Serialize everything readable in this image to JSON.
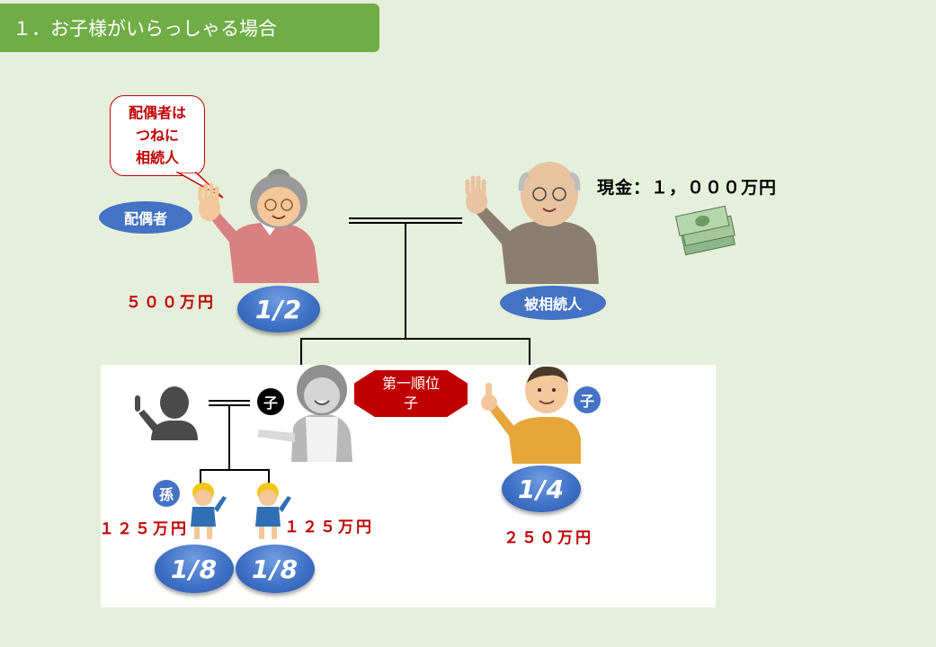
{
  "header": {
    "title": "１．お子様がいらっしゃる場合"
  },
  "callout": {
    "line1": "配偶者は",
    "line2": "つねに",
    "line3": "相続人"
  },
  "labels": {
    "spouse": "配偶者",
    "decedent": "被相続人",
    "first_order_line1": "第一順位",
    "first_order_line2": "子",
    "child_mark_1": "子",
    "child_mark_2": "子",
    "grandchild_mark": "孫"
  },
  "estate": {
    "cash_text": "現金：１，０００万円"
  },
  "shares": {
    "spouse": "1/2",
    "child": "1/4",
    "grandchild_1": "1/8",
    "grandchild_2": "1/8"
  },
  "amounts": {
    "spouse": "５００万円",
    "child": "２５０万円",
    "grandchild_1": "１２５万円",
    "grandchild_2": "１２５万円"
  },
  "colors": {
    "header_bg": "#70ad47",
    "background": "#e6efdb",
    "accent_blue": "#4472c4",
    "accent_red": "#c00000"
  }
}
